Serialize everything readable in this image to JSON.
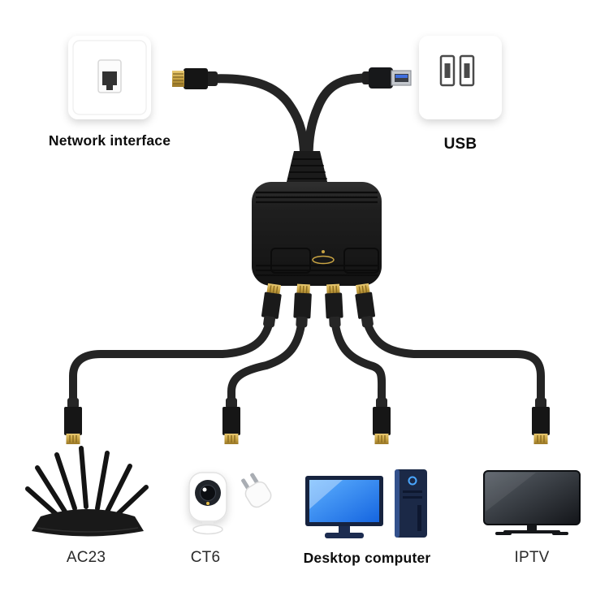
{
  "diagram": {
    "sources": [
      {
        "label": "Network interface",
        "icon": "rj45-wallplate-icon"
      },
      {
        "label": "USB",
        "icon": "usb-wallplate-icon"
      }
    ],
    "splitter_ports": 4,
    "devices": [
      {
        "label": "AC23",
        "icon": "router-icon"
      },
      {
        "label": "CT6",
        "icon": "camera-icon"
      },
      {
        "label": "Desktop computer",
        "icon": "desktop-computer-icon"
      },
      {
        "label": "IPTV",
        "icon": "tv-icon"
      }
    ],
    "colors": {
      "background": "#ffffff",
      "cable_black": "#242424",
      "splitter_black": "#1d1d1d",
      "connector_gold": "#c9a443",
      "usb_shell_silver": "#c3c7cd",
      "monitor_blue": "#2f7ff2",
      "pc_navy": "#1b2947",
      "tv_dark": "#2a2e34",
      "label_color": "#1a1a1a"
    }
  }
}
